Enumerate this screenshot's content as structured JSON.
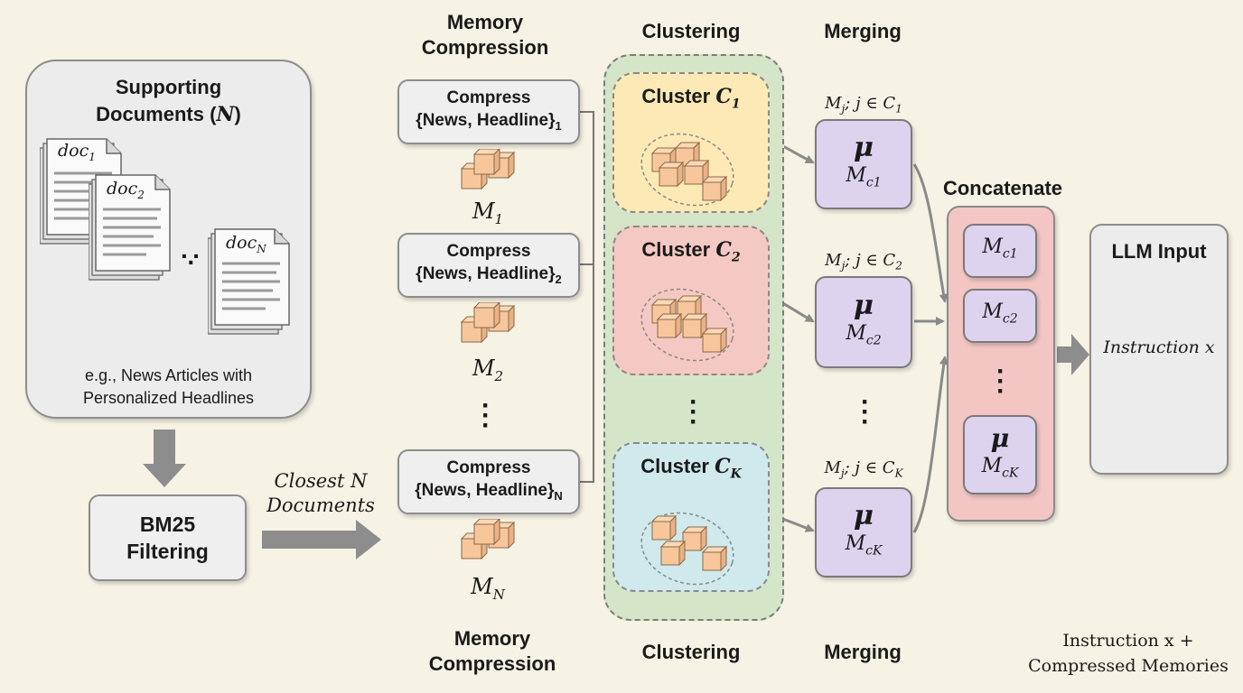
{
  "headers": {
    "memory_compression": "Memory Compression",
    "clustering": "Clustering",
    "merging": "Merging",
    "concatenate": "Concatenate",
    "llm_input": "LLM Input"
  },
  "supporting": {
    "title": "Supporting Documents (N)",
    "title_prefix": "Supporting",
    "title_line2_prefix": "Documents (",
    "title_var": "N",
    "title_suffix": ")",
    "caption": "e.g., News Articles with Personalized Headlines",
    "docs": [
      {
        "base": "doc",
        "sub": "1"
      },
      {
        "base": "doc",
        "sub": "2"
      },
      {
        "base": "doc",
        "sub": "N"
      }
    ]
  },
  "bm25": {
    "label": "BM25 Filtering",
    "line1": "BM25",
    "line2": "Filtering"
  },
  "closest": {
    "line1": "Closest N",
    "line2": "Documents"
  },
  "compress": [
    {
      "line1": "Compress",
      "line2": "{News, Headline}",
      "sub": "1",
      "m_base": "M",
      "m_sub": "1"
    },
    {
      "line1": "Compress",
      "line2": "{News, Headline}",
      "sub": "2",
      "m_base": "M",
      "m_sub": "2"
    },
    {
      "line1": "Compress",
      "line2": "{News, Headline}",
      "sub": "N",
      "m_base": "M",
      "m_sub": "N"
    }
  ],
  "clusters": [
    {
      "label": "Cluster",
      "var": "C",
      "sub": "1",
      "color": "#fde9b5"
    },
    {
      "label": "Cluster",
      "var": "C",
      "sub": "2",
      "color": "#f5c9c3"
    },
    {
      "label": "Cluster",
      "var": "C",
      "sub": "K",
      "color": "#cfe9ec"
    }
  ],
  "merging": [
    {
      "mj": "M",
      "mj_sub": "j",
      "mj_rest": "; j ∈ C",
      "mj_rest_sub": "1",
      "mu": "μ",
      "m_base": "M",
      "m_sub": "c1"
    },
    {
      "mj": "M",
      "mj_sub": "j",
      "mj_rest": "; j ∈ C",
      "mj_rest_sub": "2",
      "mu": "μ",
      "m_base": "M",
      "m_sub": "c2"
    },
    {
      "mj": "M",
      "mj_sub": "j",
      "mj_rest": "; j ∈ C",
      "mj_rest_sub": "K",
      "mu": "μ",
      "m_base": "M",
      "m_sub": "cK"
    }
  ],
  "concat": [
    {
      "m_base": "M",
      "m_sub": "c1"
    },
    {
      "m_base": "M",
      "m_sub": "c2"
    },
    {
      "mu": "μ",
      "m_base": "M",
      "m_sub": "cK"
    }
  ],
  "llm": {
    "instruction": "Instruction",
    "var": "x"
  },
  "footer": {
    "line1": "Instruction x +",
    "line2": "Compressed Memories"
  },
  "colors": {
    "background": "#f6f2e4",
    "cluster_group": "#d4e5c8",
    "merge_box": "#ddd3ef",
    "concat_box": "#f3c6c4",
    "cube": "#f7c79b",
    "arrow": "#8e8e8e"
  }
}
